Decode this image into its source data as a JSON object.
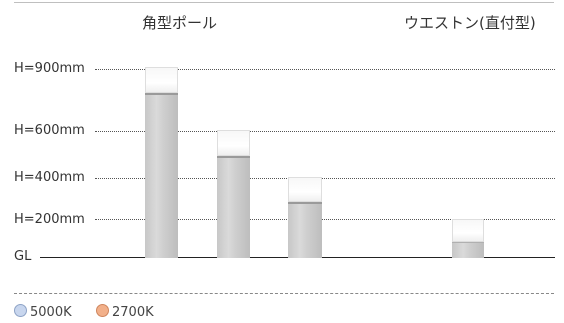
{
  "headings": {
    "square_pole": "角型ポール",
    "weston": "ウエストン(直付型)"
  },
  "height_labels": {
    "h900": "H=900mm",
    "h600": "H=600mm",
    "h400": "H=400mm",
    "h200": "H=200mm",
    "gl": "GL"
  },
  "legend": {
    "cool": {
      "label": "5000K",
      "color": "#c8d6ee"
    },
    "warm": {
      "label": "2700K",
      "color": "#f2b08a"
    }
  }
}
